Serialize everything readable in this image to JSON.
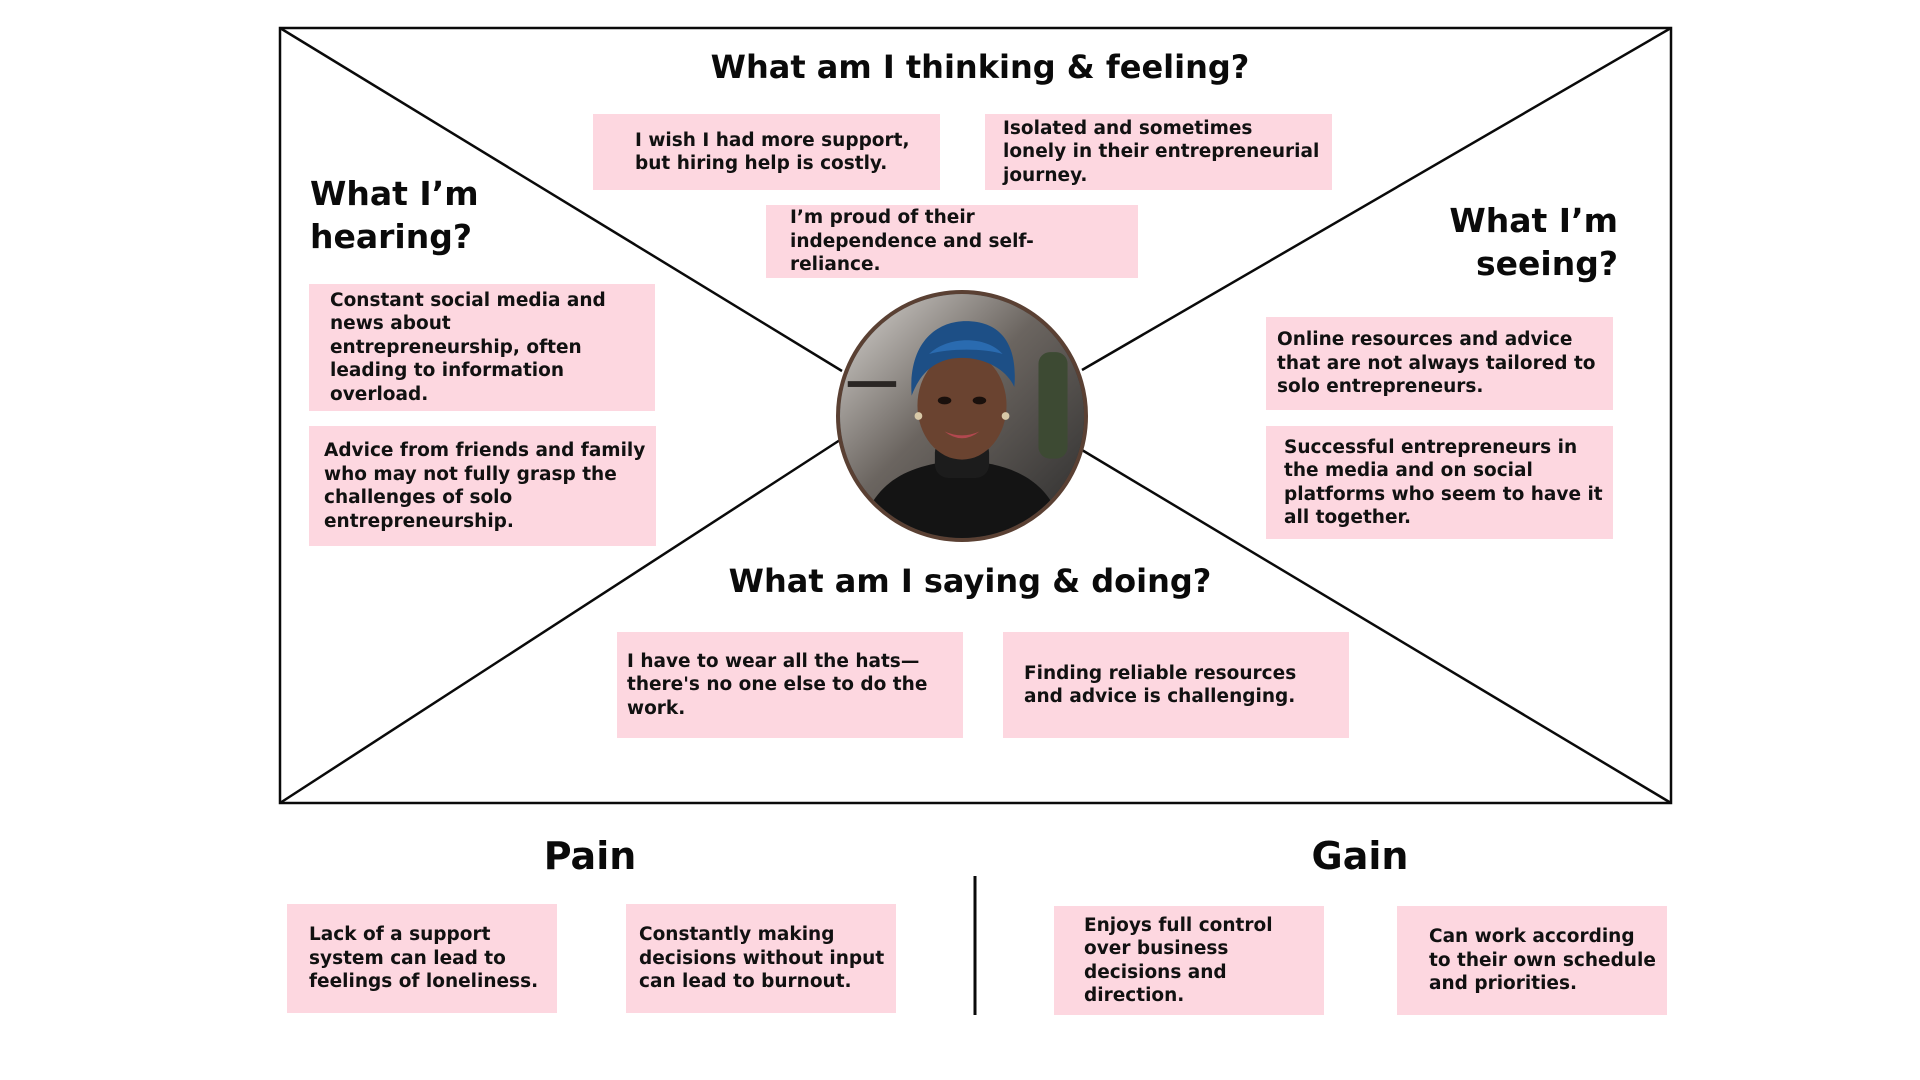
{
  "map": {
    "thinking": {
      "heading": "What am I thinking & feeling?",
      "notes": [
        "I wish I had more support, but hiring help is costly.",
        "Isolated and sometimes lonely in their entrepreneurial journey.",
        "I’m proud of their independence and self-reliance."
      ]
    },
    "hearing": {
      "heading_line1": "What I’m",
      "heading_line2": "hearing?",
      "notes": [
        "Constant social media and news about entrepreneurship, often leading to information overload.",
        "Advice from friends and family who may not fully grasp the challenges of solo entrepreneurship."
      ]
    },
    "seeing": {
      "heading_line1": "What I’m",
      "heading_line2": "seeing?",
      "notes": [
        "Online resources and advice that are not always tailored to solo entrepreneurs.",
        "Successful entrepreneurs in the media and on social platforms who seem to have it all together."
      ]
    },
    "saying": {
      "heading": "What am I saying & doing?",
      "notes": [
        "I have to wear all the hats—there's no one else to do the work.",
        "Finding reliable resources and advice is challenging."
      ]
    }
  },
  "pain": {
    "heading": "Pain",
    "notes": [
      "Lack of a support system can lead to feelings of loneliness.",
      "Constantly making decisions without input can lead to burnout."
    ]
  },
  "gain": {
    "heading": "Gain",
    "notes": [
      "Enjoys full control over business decisions and direction.",
      "Can work according to their own schedule and priorities."
    ]
  },
  "colors": {
    "note_background": "#fdd7e0",
    "line": "#0a0a0a",
    "avatar_ring": "#5a4033"
  }
}
